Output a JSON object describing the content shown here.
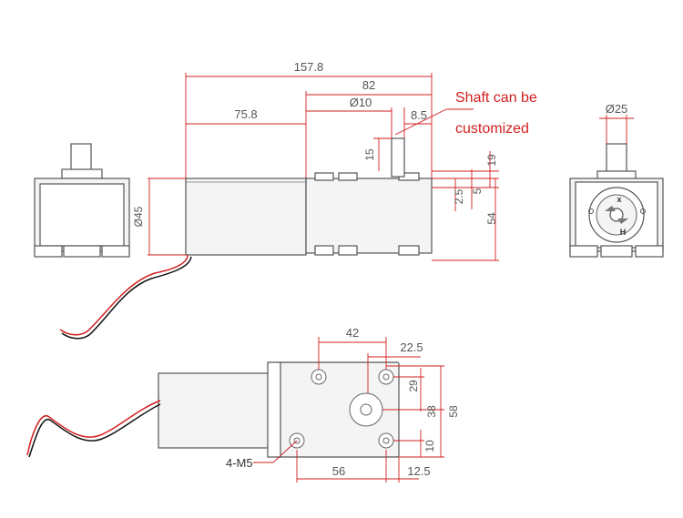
{
  "dimensions": {
    "total_length": "157.8",
    "gearbox_length": "82",
    "motor_length": "75.8",
    "shaft_diameter": "Ø10",
    "shaft_flat": "8.5",
    "shaft_length": "15",
    "shaft_height": "19",
    "offset_5": "5",
    "offset_2_5": "2.5",
    "gearbox_height": "54",
    "motor_diameter": "Ø45",
    "end_diameter": "Ø25",
    "hole_spacing_42": "42",
    "hole_offset_22_5": "22.5",
    "vertical_29": "29",
    "vertical_38": "38",
    "vertical_58": "58",
    "vertical_10": "10",
    "bottom_56": "56",
    "bottom_12_5": "12.5"
  },
  "notes": {
    "shaft_note_line1": "Shaft can be",
    "shaft_note_line2": "customized",
    "mount_thread": "4-M5"
  },
  "end_view_marks": {
    "x_mark": "x",
    "h_mark": "H"
  },
  "colors": {
    "dimension_red": "#d21f1f",
    "outline_gray": "#555555",
    "wire_red": "#d21f1f",
    "wire_black": "#111111"
  }
}
